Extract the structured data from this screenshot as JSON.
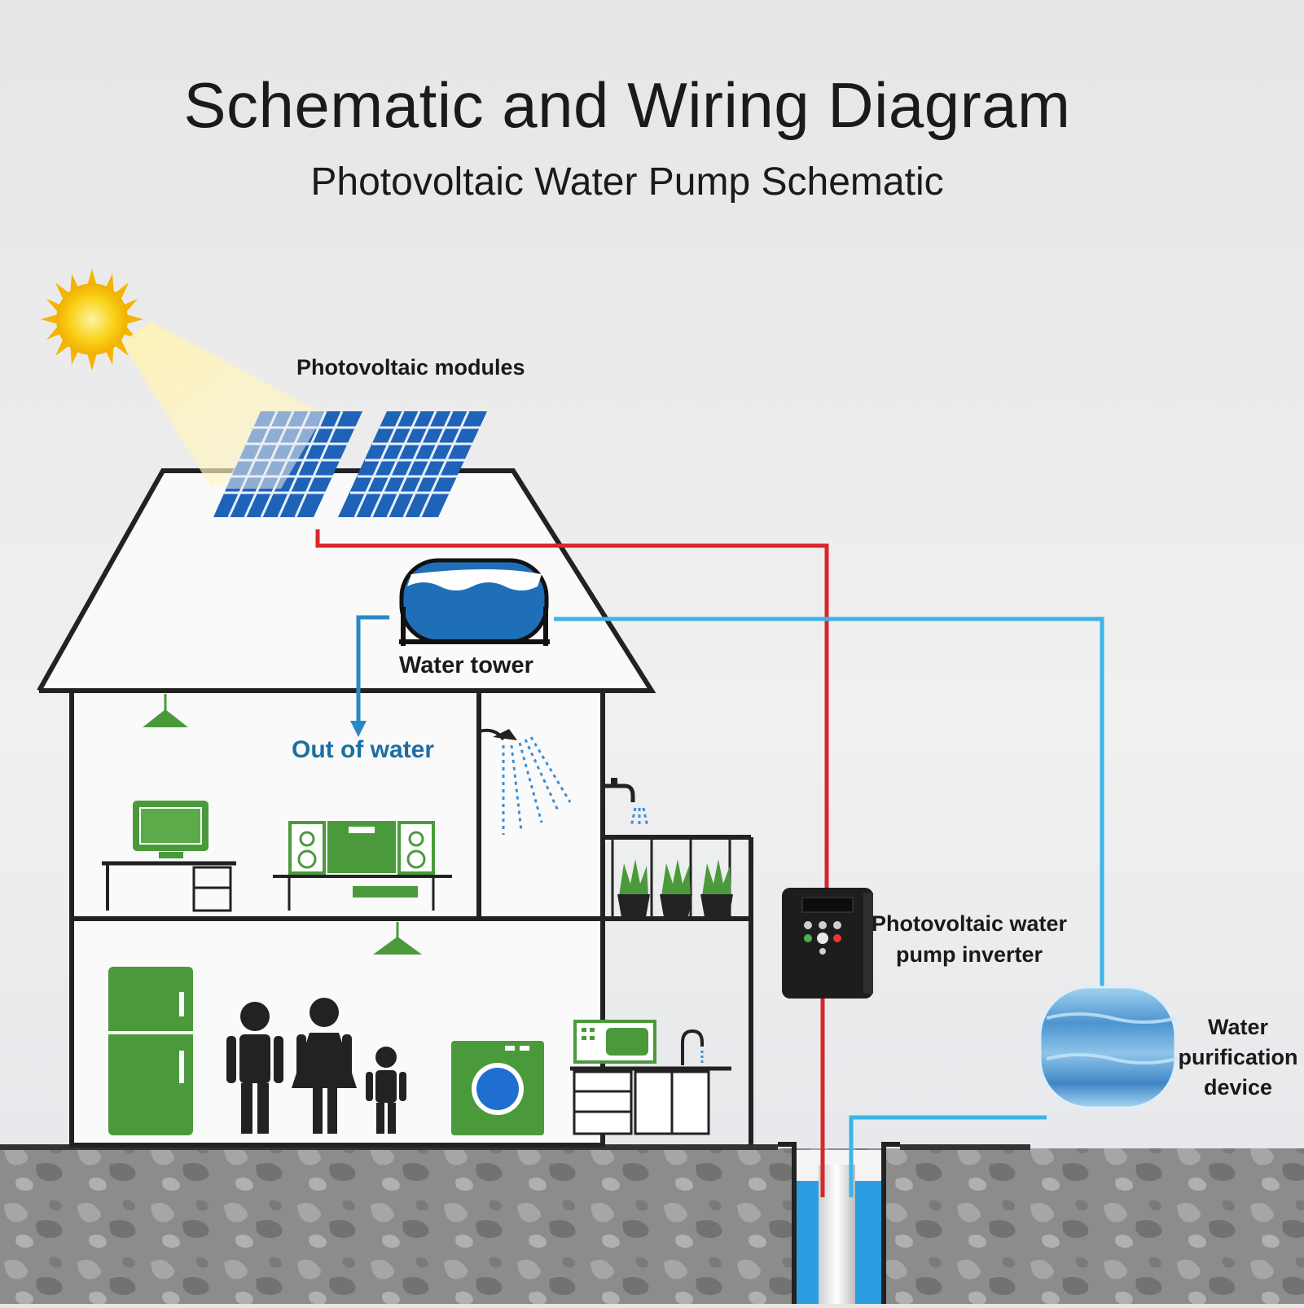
{
  "title": "Schematic and Wiring Diagram",
  "subtitle": "Photovoltaic Water Pump Schematic",
  "labels": {
    "pv_modules": "Photovoltaic modules",
    "water_tower": "Water tower",
    "out_of_water": "Out of water",
    "inverter_line1": "Photovoltaic water",
    "inverter_line2": "pump inverter",
    "purifier_line1": "Water",
    "purifier_line2": "purification",
    "purifier_line3": "device"
  },
  "colors": {
    "power_wire": "#d8262c",
    "water_pipe": "#3cb4e6",
    "house_outline": "#222222",
    "appliance_green": "#4a9a3c",
    "panel_blue": "#1f63b8",
    "sun": "#f7c81a",
    "ground": "#8a8a8a"
  }
}
